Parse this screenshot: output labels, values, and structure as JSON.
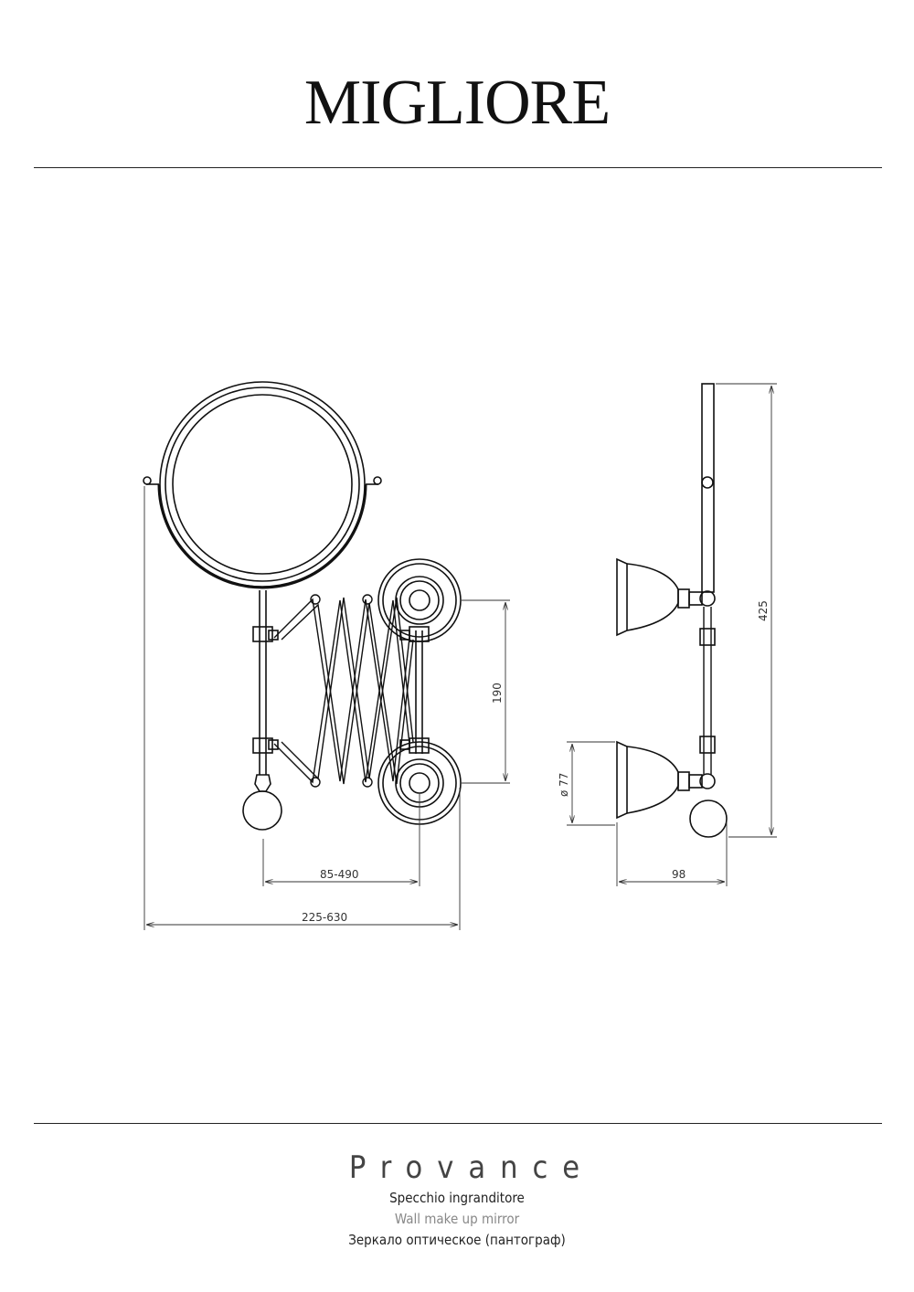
{
  "brand": "MIGLIORE",
  "dimensions": {
    "width_range": "225-630",
    "extension_range": "85-490",
    "mount_spacing": "190",
    "height": "425",
    "depth": "98",
    "rosette_diameter": "ø 77"
  },
  "footer": {
    "collection": "Provance",
    "name_it": "Specchio ingranditore",
    "name_en": "Wall make up mirror",
    "name_ru": "Зеркало оптическое (пантограф)"
  }
}
